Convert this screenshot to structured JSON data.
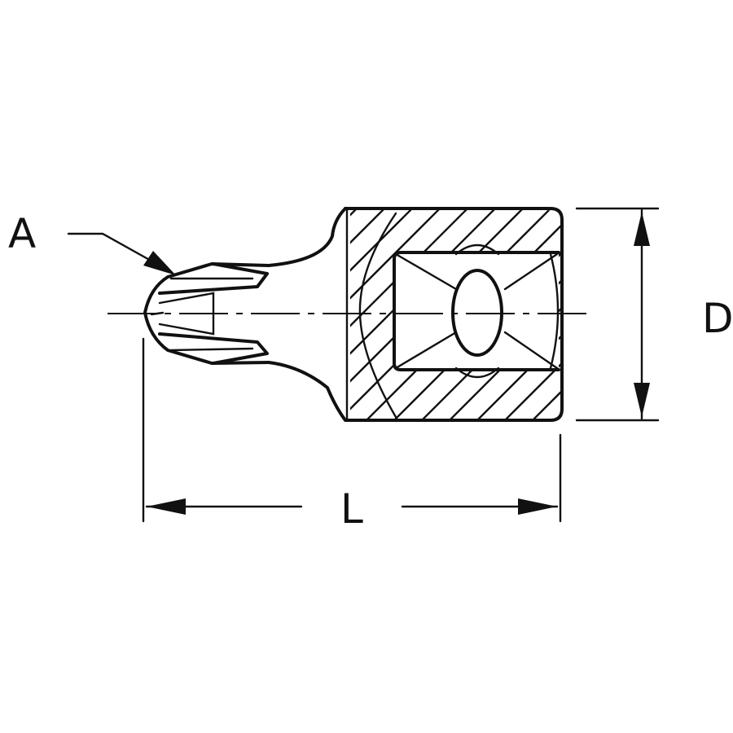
{
  "diagram": {
    "labels": {
      "tip": "A",
      "diameter": "D",
      "length": "L"
    },
    "colors": {
      "line": "#111111",
      "background": "#ffffff"
    }
  }
}
